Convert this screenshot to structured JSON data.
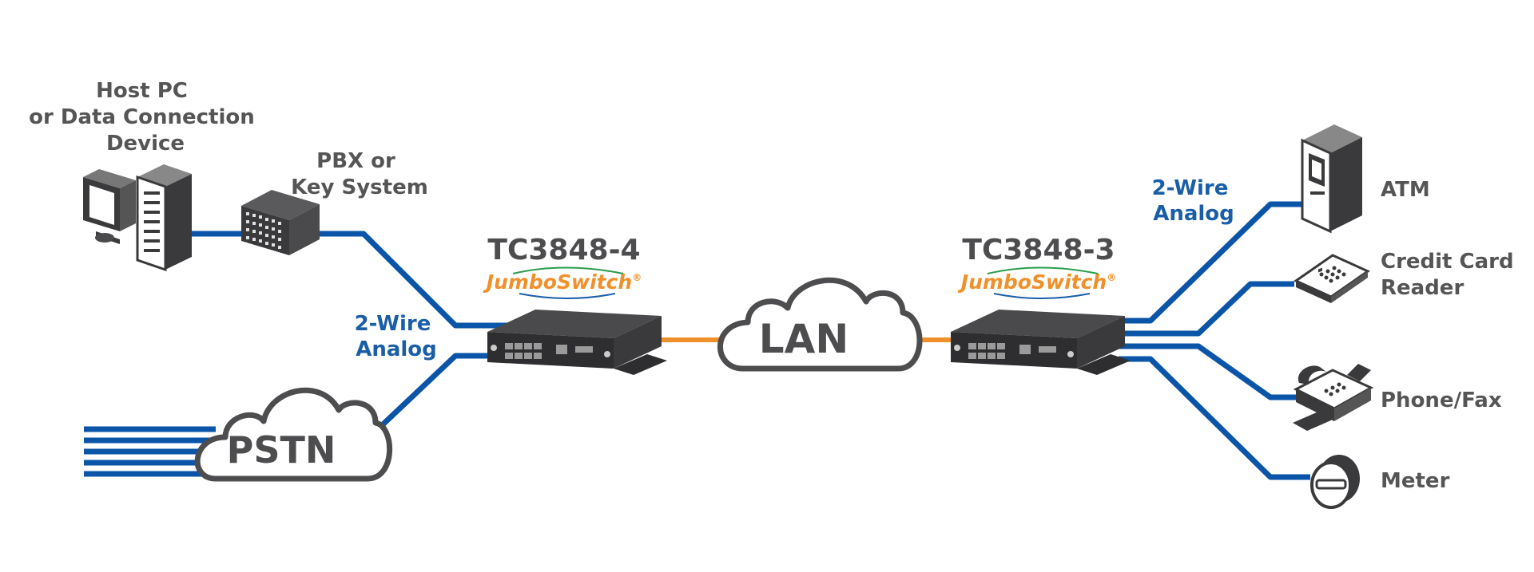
{
  "labels": {
    "host_pc": [
      "Host PC",
      "or Data Connection",
      "Device"
    ],
    "pbx": [
      "PBX or",
      "Key System"
    ],
    "left_analog": [
      "2-Wire",
      "Analog"
    ],
    "right_analog": [
      "2-Wire",
      "Analog"
    ],
    "atm": "ATM",
    "credit_card": [
      "Credit Card",
      "Reader"
    ],
    "phone_fax": "Phone/Fax",
    "meter": "Meter"
  },
  "devices": {
    "left_model": "TC3848-4",
    "right_model": "TC3848-3",
    "brand": "JumboSwitch",
    "brand_mark": "®"
  },
  "clouds": {
    "lan": "LAN",
    "pstn": "PSTN"
  },
  "colors": {
    "wire_blue": "#0a55a8",
    "wire_orange": "#f0902a",
    "label_gray": "#555555",
    "label_blue": "#1a5ea8",
    "brand_orange": "#f0902a",
    "device_body": "#3a3a3c"
  }
}
